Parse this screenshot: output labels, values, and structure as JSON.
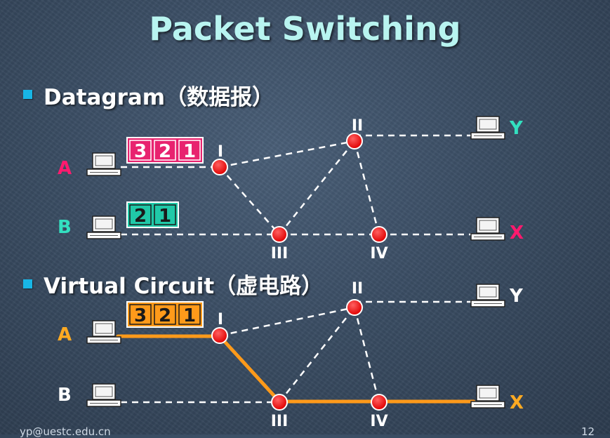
{
  "title": "Packet Switching",
  "sections": {
    "datagram": {
      "heading": "Datagram（数据报）"
    },
    "virtual_circuit": {
      "heading": "Virtual Circuit（虚电路）"
    }
  },
  "hosts": {
    "A": "A",
    "B": "B",
    "X": "X",
    "Y": "Y"
  },
  "nodes": {
    "n1": "I",
    "n2": "II",
    "n3": "III",
    "n4": "IV"
  },
  "datagram_packets": {
    "host_a": [
      "3",
      "2",
      "1"
    ],
    "host_b": [
      "2",
      "1"
    ]
  },
  "vc_packets": {
    "host_a": [
      "3",
      "2",
      "1"
    ]
  },
  "colors": {
    "title": "#b8f4f0",
    "bullet": "#18b6e6",
    "label_a_datagram": "#ff1a6e",
    "label_b_datagram": "#33e0c0",
    "label_y_datagram": "#33e0c0",
    "label_x_datagram": "#ff1a6e",
    "label_a_vc": "#ffaa22",
    "label_x_vc": "#ffaa22",
    "packet_pink": "#e8236f",
    "packet_teal": "#20c9a8",
    "packet_orange": "#ff9a1a",
    "circuit": "#ff9a1a",
    "node": "#ff1010"
  },
  "footer": {
    "left": "yp@uestc.edu.cn",
    "right": "12"
  }
}
